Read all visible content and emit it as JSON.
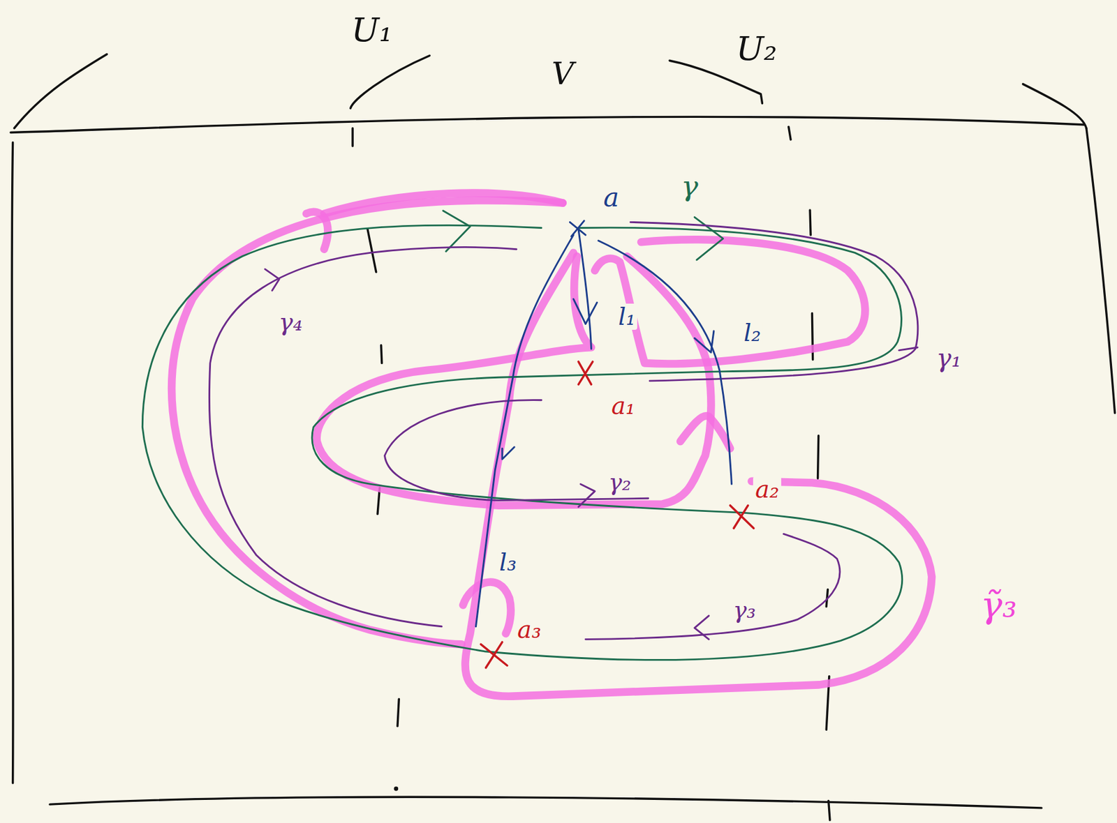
{
  "diagram": {
    "labels": [
      "U₁",
      "V",
      "U₂",
      "a",
      "γ",
      "γ₁",
      "γ₂",
      "γ₃",
      "γ₄",
      "l₁",
      "l₂",
      "l₃",
      "a₁",
      "a₂",
      "a₃",
      "γ̃₃"
    ]
  }
}
